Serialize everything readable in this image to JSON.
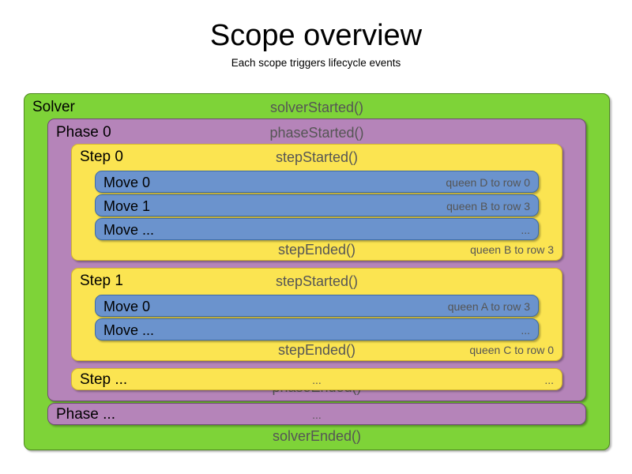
{
  "header": {
    "title": "Scope overview",
    "subtitle": "Each scope triggers lifecycle events"
  },
  "colors": {
    "solver": "#7ed338",
    "phase": "#b584b9",
    "step": "#fbe451",
    "move": "#6b93cd",
    "event_text": "#555555",
    "name_text": "#000000",
    "background": "#ffffff"
  },
  "solver": {
    "name": "Solver",
    "started_event": "solverStarted()",
    "ended_event": "solverEnded()",
    "phases": [
      {
        "name": "Phase 0",
        "started_event": "phaseStarted()",
        "ended_event": "phaseEnded()",
        "steps": [
          {
            "name": "Step 0",
            "started_event": "stepStarted()",
            "ended_event": "stepEnded()",
            "ended_detail": "queen B to row 3",
            "moves": [
              {
                "name": "Move 0",
                "detail": "queen D to row 0"
              },
              {
                "name": "Move 1",
                "detail": "queen B to row 3"
              },
              {
                "name": "Move ...",
                "detail": "..."
              }
            ]
          },
          {
            "name": "Step 1",
            "started_event": "stepStarted()",
            "ended_event": "stepEnded()",
            "ended_detail": "queen C to row 0",
            "moves": [
              {
                "name": "Move 0",
                "detail": "queen A to row 3"
              },
              {
                "name": "Move ...",
                "detail": "..."
              }
            ]
          },
          {
            "name": "Step ...",
            "started_event": "...",
            "ended_event": "",
            "ended_detail": "...",
            "moves": []
          }
        ]
      },
      {
        "name": "Phase ...",
        "started_event": "...",
        "ended_event": "",
        "ended_detail": "",
        "steps": []
      }
    ]
  }
}
